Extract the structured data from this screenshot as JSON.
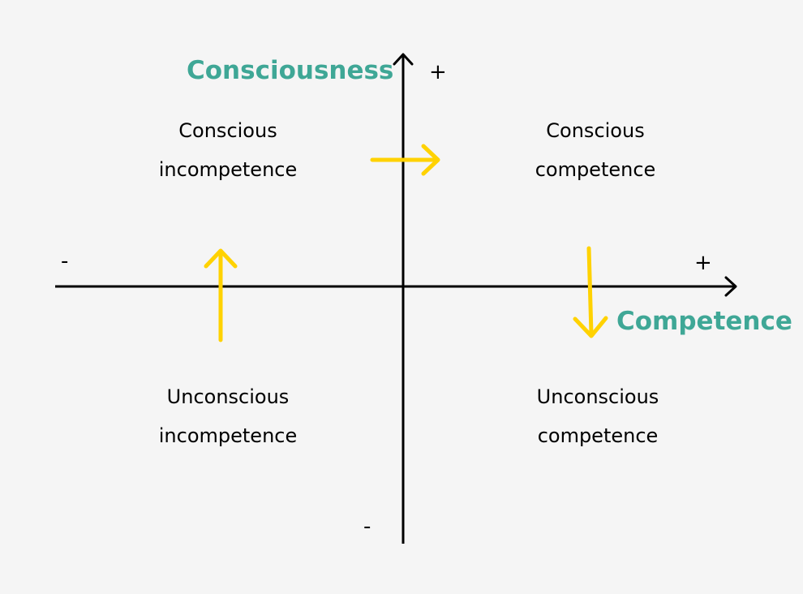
{
  "colors": {
    "background": "#f5f5f5",
    "axis": "#000000",
    "arrow": "#ffd200",
    "accent": "#3fa796",
    "text": "#000000"
  },
  "axes": {
    "y_title": "Consciousness",
    "x_title": "Competence",
    "y_plus": "+",
    "y_minus": "-",
    "x_plus": "+",
    "x_minus": "-"
  },
  "quadrants": {
    "top_left": {
      "line1": "Conscious",
      "line2": "incompetence"
    },
    "top_right": {
      "line1": "Conscious",
      "line2": "competence"
    },
    "bottom_left": {
      "line1": "Unconscious",
      "line2": "incompetence"
    },
    "bottom_right": {
      "line1": "Unconscious",
      "line2": "competence"
    }
  },
  "transitions": [
    {
      "from": "bottom_left",
      "to": "top_left",
      "direction": "up"
    },
    {
      "from": "top_left",
      "to": "top_right",
      "direction": "right"
    },
    {
      "from": "top_right",
      "to": "bottom_right",
      "direction": "down"
    }
  ]
}
